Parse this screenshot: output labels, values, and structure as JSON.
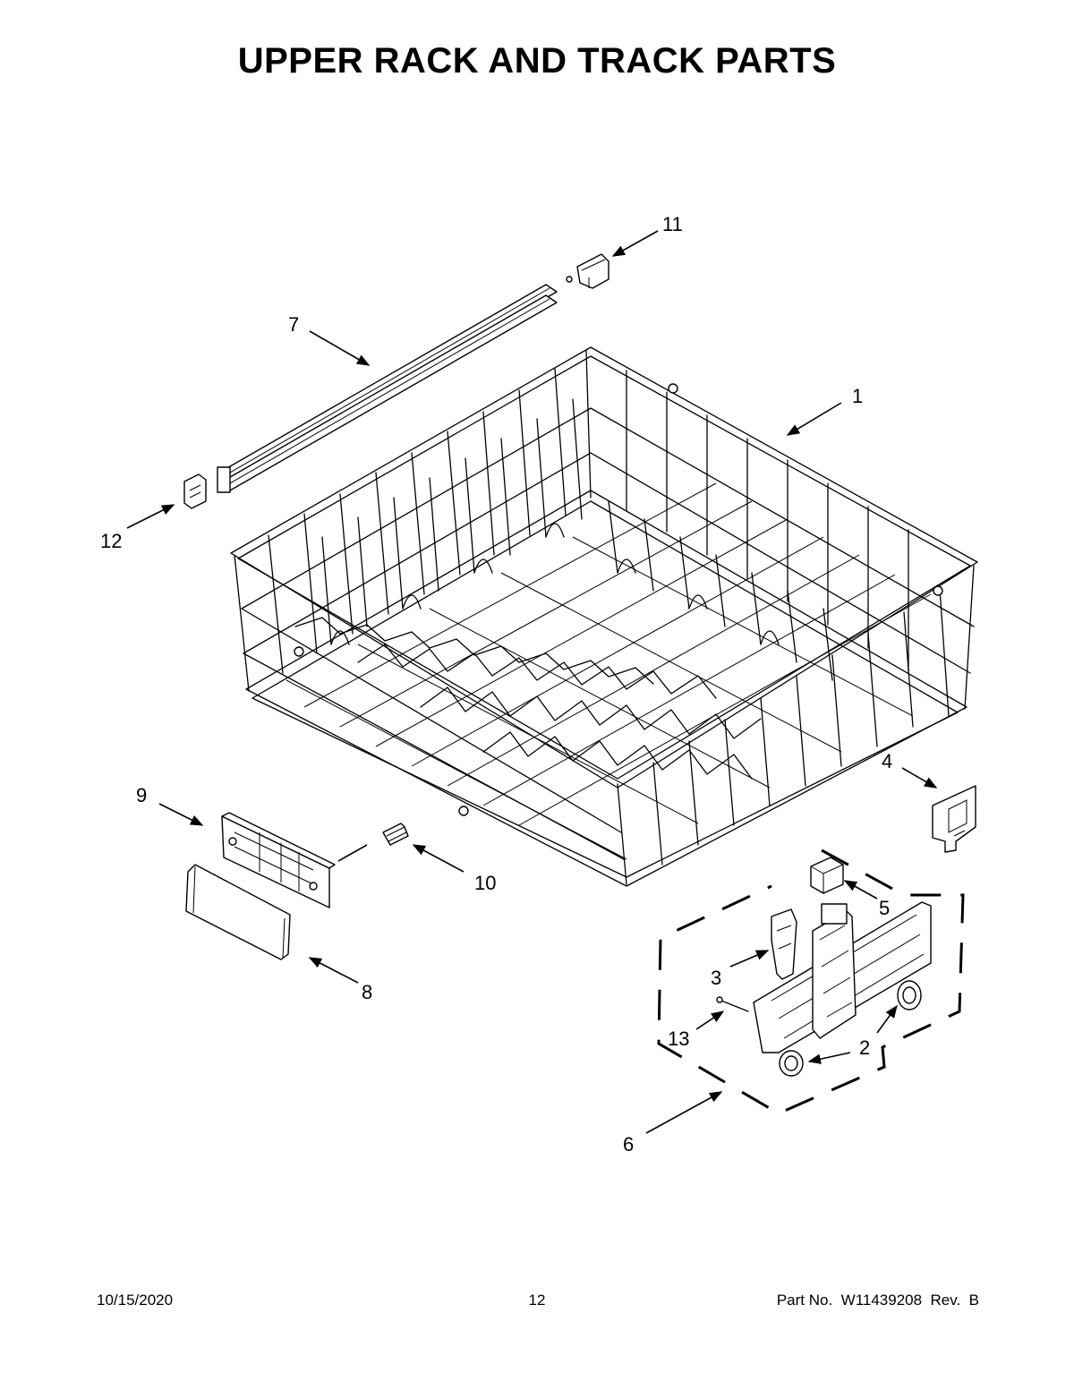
{
  "title": "UPPER RACK AND TRACK PARTS",
  "callouts": [
    {
      "id": "1",
      "label": "1"
    },
    {
      "id": "2",
      "label": "2"
    },
    {
      "id": "3",
      "label": "3"
    },
    {
      "id": "4",
      "label": "4"
    },
    {
      "id": "5",
      "label": "5"
    },
    {
      "id": "6",
      "label": "6"
    },
    {
      "id": "7",
      "label": "7"
    },
    {
      "id": "8",
      "label": "8"
    },
    {
      "id": "9",
      "label": "9"
    },
    {
      "id": "10",
      "label": "10"
    },
    {
      "id": "11",
      "label": "11"
    },
    {
      "id": "12",
      "label": "12"
    },
    {
      "id": "13",
      "label": "13"
    }
  ],
  "footer": {
    "date": "10/15/2020",
    "page": "12",
    "part_info": "Part No.  W11439208  Rev.  B"
  }
}
